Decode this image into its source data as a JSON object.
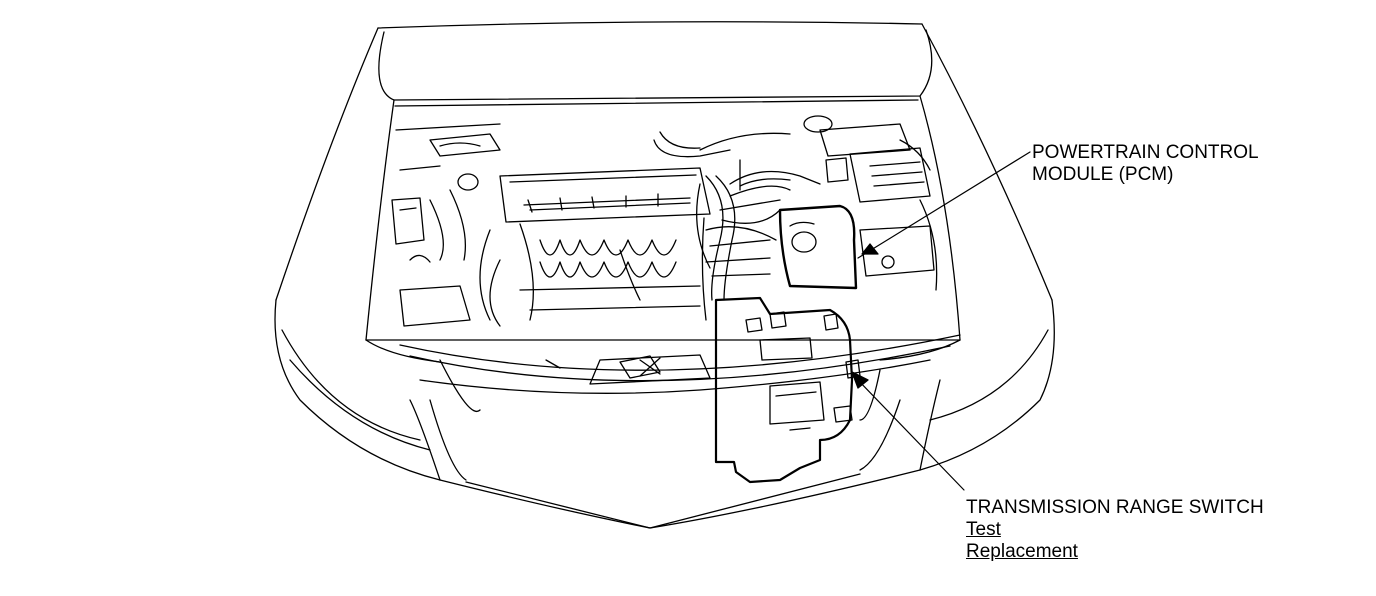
{
  "labels": {
    "pcm": {
      "line1": "POWERTRAIN CONTROL",
      "line2": "MODULE (PCM)"
    },
    "trs": {
      "title": "TRANSMISSION RANGE SWITCH",
      "links": [
        "Test",
        "Replacement"
      ]
    }
  },
  "colors": {
    "line": "#000000",
    "background": "#ffffff"
  }
}
